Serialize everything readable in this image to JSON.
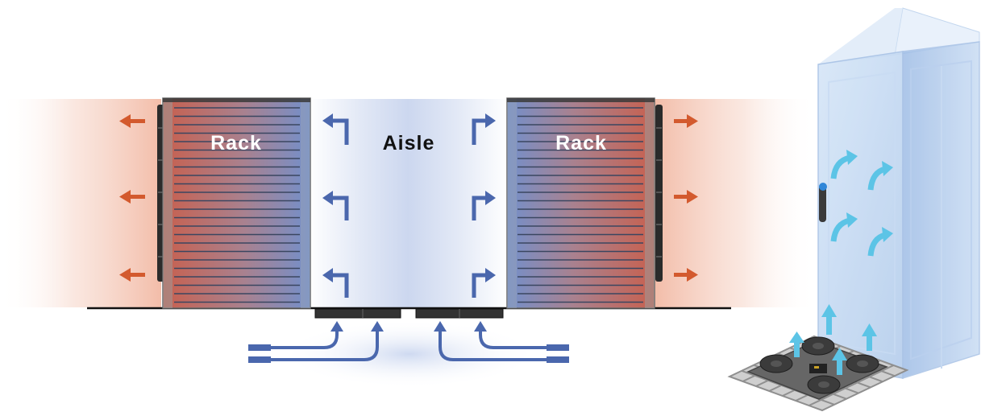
{
  "labels": {
    "rack_left": "Rack",
    "aisle": "Aisle",
    "rack_right": "Rack"
  },
  "colors": {
    "hot_air": "#d35a2e",
    "cool_air": "#4a67ad",
    "rack_hot": "#c25a4a",
    "rack_cool": "#6f8ac8",
    "cabinet_glass": "#b9d2ef",
    "cabinet_airflow": "#5cc4e6",
    "fan_tray": "#5c5c5c"
  },
  "icons": {
    "hot_exhaust": "arrow-left-right-orange",
    "aisle_flow": "bent-arrow-blue",
    "floor_supply": "pipe-arrow-up-blue",
    "cabinet_flow": "curved-arrow-cyan",
    "fan": "fan-icon"
  }
}
